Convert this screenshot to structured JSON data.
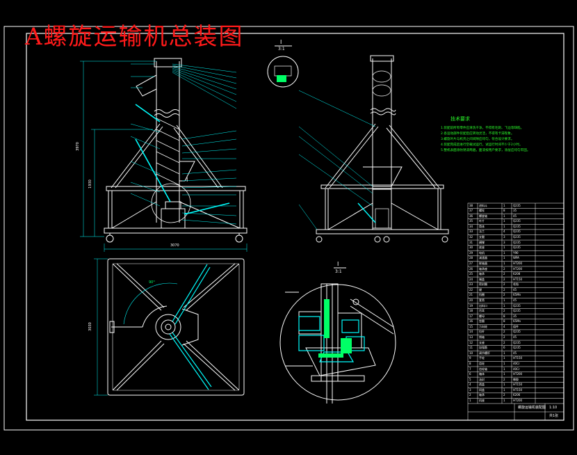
{
  "drawing": {
    "title": "A螺旋运输机总装图",
    "section_label": "I",
    "section_scale": "3:1",
    "front_section_mark": "I",
    "colors": {
      "background": "#000000",
      "line": "#ffffff",
      "leader": "#00ffff",
      "title": "#ff1a1a",
      "notes": "#2bff2b",
      "highlight": "#00ff66"
    }
  },
  "technical_requirements": {
    "title": "技术要求",
    "lines": [
      "1.装配前所有零件应清洗干净，不得有毛刺、飞边等缺陷。",
      "2.各运动部件装配后应转动灵活，不得有卡滞现象。",
      "3.螺旋叶片与机壳之间间隙应均匀，符合设计要求。",
      "4.装配完成后进行空载试运行，试运行时间不少于2小时。",
      "5.整机表面涂防锈漆两遍，面漆按用户要求，涂层应均匀牢固。"
    ]
  },
  "dimensions": {
    "overall_height": "3970",
    "frame_height": "1930",
    "base_width": "3070",
    "plan_width": "3030",
    "plan_angle": "90°"
  },
  "title_block": {
    "name": "螺旋运输机装配图",
    "scale": "1:10",
    "sheet": "共1张",
    "rows": [
      [
        "38",
        "进料斗",
        "1",
        "Q235"
      ],
      [
        "37",
        "螺栓",
        "8",
        "35"
      ],
      [
        "36",
        "螺旋轴",
        "1",
        "45"
      ],
      [
        "35",
        "叶片",
        "1",
        "Q235"
      ],
      [
        "34",
        "筒体",
        "1",
        "Q235"
      ],
      [
        "33",
        "法兰",
        "4",
        "Q235"
      ],
      [
        "32",
        "支腿",
        "3",
        "Q235"
      ],
      [
        "31",
        "横撑",
        "3",
        "Q235"
      ],
      [
        "30",
        "底座",
        "1",
        "Q235"
      ],
      [
        "29",
        "电机",
        "1",
        "Y90"
      ],
      [
        "28",
        "减速器",
        "1",
        "WPA"
      ],
      [
        "27",
        "联轴器",
        "1",
        "HT200"
      ],
      [
        "26",
        "轴承座",
        "2",
        "HT200"
      ],
      [
        "25",
        "轴承",
        "2",
        "6208"
      ],
      [
        "24",
        "端盖",
        "2",
        "HT150"
      ],
      [
        "23",
        "密封圈",
        "2",
        "毛毡"
      ],
      [
        "22",
        "键",
        "2",
        "45"
      ],
      [
        "21",
        "挡圈",
        "2",
        "65Mn"
      ],
      [
        "20",
        "套筒",
        "1",
        "45"
      ],
      [
        "19",
        "出料口",
        "1",
        "Q235"
      ],
      [
        "18",
        "吊耳",
        "2",
        "Q235"
      ],
      [
        "17",
        "螺母",
        "8",
        "35"
      ],
      [
        "16",
        "垫圈",
        "8",
        "65Mn"
      ],
      [
        "15",
        "万向轮",
        "4",
        "组件"
      ],
      [
        "14",
        "拉杆",
        "2",
        "Q235"
      ],
      [
        "13",
        "销轴",
        "2",
        "45"
      ],
      [
        "12",
        "支座",
        "2",
        "Q235"
      ],
      [
        "11",
        "加强筋",
        "6",
        "Q235"
      ],
      [
        "10",
        "调节螺杆",
        "1",
        "45"
      ],
      [
        "9",
        "手轮",
        "1",
        "HT150"
      ],
      [
        "8",
        "齿轮",
        "1",
        "40Cr"
      ],
      [
        "7",
        "齿轮轴",
        "1",
        "40Cr"
      ],
      [
        "6",
        "箱体",
        "1",
        "HT200"
      ],
      [
        "5",
        "油封",
        "2",
        "橡胶"
      ],
      [
        "4",
        "透盖",
        "1",
        "HT150"
      ],
      [
        "3",
        "闷盖",
        "1",
        "HT150"
      ],
      [
        "2",
        "轴承",
        "2",
        "6206"
      ],
      [
        "1",
        "机座",
        "1",
        "HT200"
      ]
    ]
  }
}
